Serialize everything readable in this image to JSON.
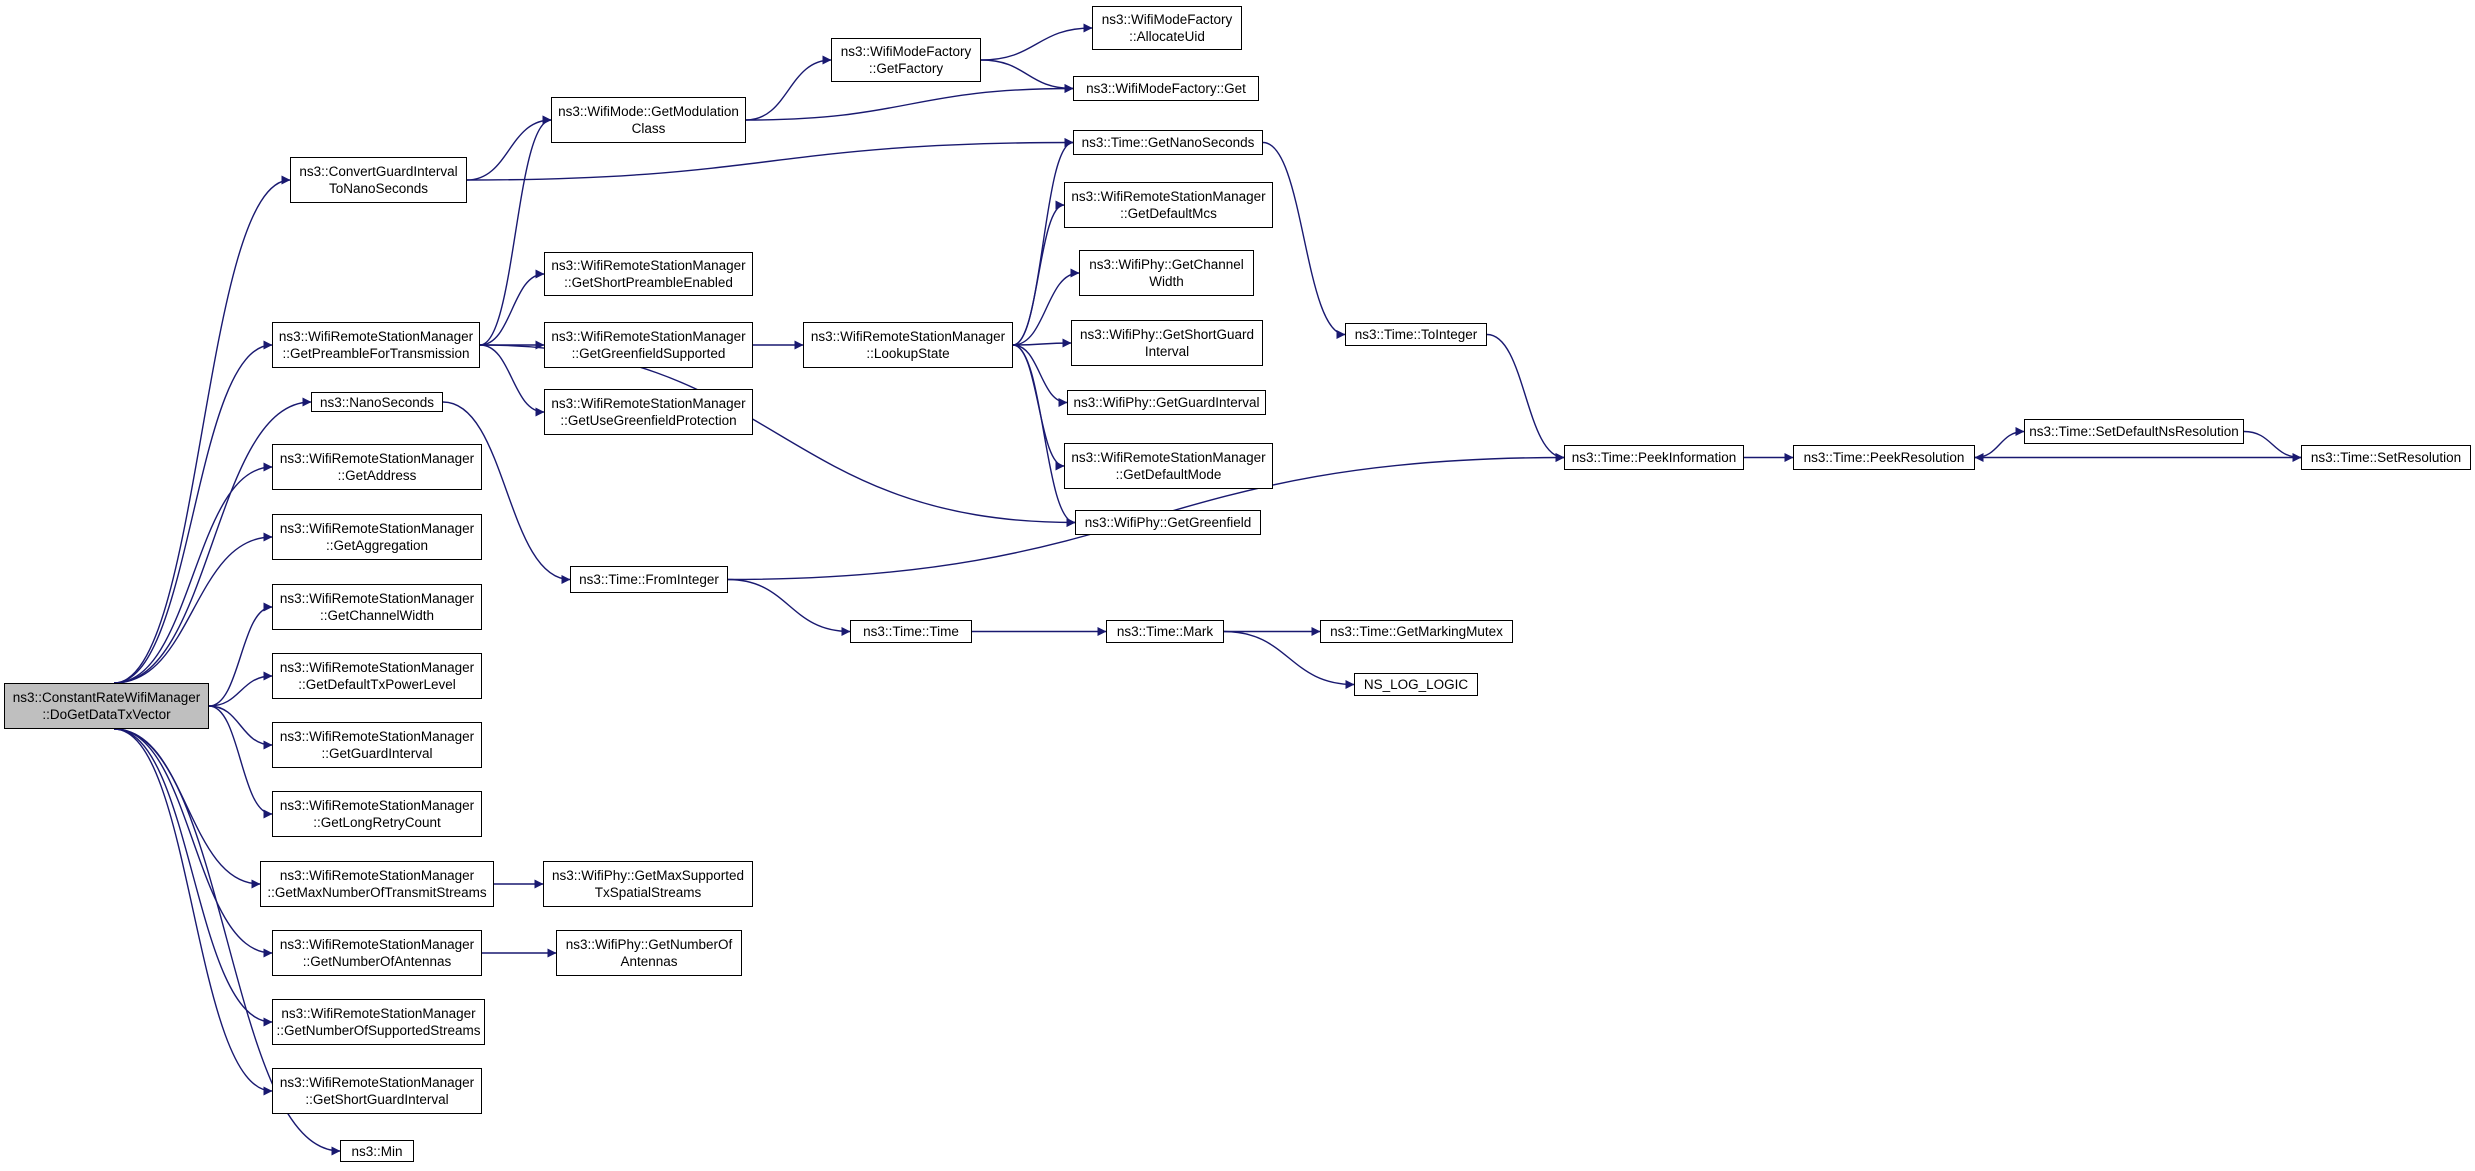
{
  "colors": {
    "edge": "#191970",
    "node_border": "#000000",
    "node_fill": "#ffffff",
    "root_fill": "#bfbfbf"
  },
  "nodes": [
    {
      "id": "root",
      "lines": [
        "ns3::ConstantRateWifiManager",
        "::DoGetDataTxVector"
      ],
      "root": true
    },
    {
      "id": "convGI",
      "lines": [
        "ns3::ConvertGuardInterval",
        "ToNanoSeconds"
      ]
    },
    {
      "id": "getPreamble",
      "lines": [
        "ns3::WifiRemoteStationManager",
        "::GetPreambleForTransmission"
      ]
    },
    {
      "id": "nanoSeconds",
      "lines": [
        "ns3::NanoSeconds"
      ]
    },
    {
      "id": "getAddress",
      "lines": [
        "ns3::WifiRemoteStationManager",
        "::GetAddress"
      ]
    },
    {
      "id": "getAggregation",
      "lines": [
        "ns3::WifiRemoteStationManager",
        "::GetAggregation"
      ]
    },
    {
      "id": "getChannelWidth",
      "lines": [
        "ns3::WifiRemoteStationManager",
        "::GetChannelWidth"
      ]
    },
    {
      "id": "getDefaultTxPower",
      "lines": [
        "ns3::WifiRemoteStationManager",
        "::GetDefaultTxPowerLevel"
      ]
    },
    {
      "id": "getGuardInterval",
      "lines": [
        "ns3::WifiRemoteStationManager",
        "::GetGuardInterval"
      ]
    },
    {
      "id": "getLongRetry",
      "lines": [
        "ns3::WifiRemoteStationManager",
        "::GetLongRetryCount"
      ]
    },
    {
      "id": "getMaxStreams",
      "lines": [
        "ns3::WifiRemoteStationManager",
        "::GetMaxNumberOfTransmitStreams"
      ]
    },
    {
      "id": "getNumAntennas",
      "lines": [
        "ns3::WifiRemoteStationManager",
        "::GetNumberOfAntennas"
      ]
    },
    {
      "id": "getNumStreams",
      "lines": [
        "ns3::WifiRemoteStationManager",
        "::GetNumberOfSupportedStreams"
      ]
    },
    {
      "id": "getShortGI",
      "lines": [
        "ns3::WifiRemoteStationManager",
        "::GetShortGuardInterval"
      ]
    },
    {
      "id": "min",
      "lines": [
        "ns3::Min"
      ]
    },
    {
      "id": "modClass",
      "lines": [
        "ns3::WifiMode::GetModulation",
        "Class"
      ]
    },
    {
      "id": "shortPreamble",
      "lines": [
        "ns3::WifiRemoteStationManager",
        "::GetShortPreambleEnabled"
      ]
    },
    {
      "id": "greenfieldSupported",
      "lines": [
        "ns3::WifiRemoteStationManager",
        "::GetGreenfieldSupported"
      ]
    },
    {
      "id": "useGreenfieldProt",
      "lines": [
        "ns3::WifiRemoteStationManager",
        "::GetUseGreenfieldProtection"
      ]
    },
    {
      "id": "fromInteger",
      "lines": [
        "ns3::Time::FromInteger"
      ]
    },
    {
      "id": "phyMaxSpatial",
      "lines": [
        "ns3::WifiPhy::GetMaxSupported",
        "TxSpatialStreams"
      ]
    },
    {
      "id": "phyNumAntennas",
      "lines": [
        "ns3::WifiPhy::GetNumberOf",
        "Antennas"
      ]
    },
    {
      "id": "factoryGetFactory",
      "lines": [
        "ns3::WifiModeFactory",
        "::GetFactory"
      ]
    },
    {
      "id": "lookupState",
      "lines": [
        "ns3::WifiRemoteStationManager",
        "::LookupState"
      ]
    },
    {
      "id": "timeTime",
      "lines": [
        "ns3::Time::Time"
      ]
    },
    {
      "id": "allocateUid",
      "lines": [
        "ns3::WifiModeFactory",
        "::AllocateUid"
      ]
    },
    {
      "id": "factoryGet",
      "lines": [
        "ns3::WifiModeFactory::Get"
      ]
    },
    {
      "id": "getNanoSeconds",
      "lines": [
        "ns3::Time::GetNanoSeconds"
      ]
    },
    {
      "id": "getDefaultMcs",
      "lines": [
        "ns3::WifiRemoteStationManager",
        "::GetDefaultMcs"
      ]
    },
    {
      "id": "phyChannelWidth",
      "lines": [
        "ns3::WifiPhy::GetChannel",
        "Width"
      ]
    },
    {
      "id": "phyShortGuard",
      "lines": [
        "ns3::WifiPhy::GetShortGuard",
        "Interval"
      ]
    },
    {
      "id": "phyGuardInterval",
      "lines": [
        "ns3::WifiPhy::GetGuardInterval"
      ]
    },
    {
      "id": "getDefaultMode",
      "lines": [
        "ns3::WifiRemoteStationManager",
        "::GetDefaultMode"
      ]
    },
    {
      "id": "phyGreenfield",
      "lines": [
        "ns3::WifiPhy::GetGreenfield"
      ]
    },
    {
      "id": "timeMark",
      "lines": [
        "ns3::Time::Mark"
      ]
    },
    {
      "id": "toInteger",
      "lines": [
        "ns3::Time::ToInteger"
      ]
    },
    {
      "id": "markingMutex",
      "lines": [
        "ns3::Time::GetMarkingMutex"
      ]
    },
    {
      "id": "nsLogLogic",
      "lines": [
        "NS_LOG_LOGIC"
      ]
    },
    {
      "id": "peekInformation",
      "lines": [
        "ns3::Time::PeekInformation"
      ]
    },
    {
      "id": "peekResolution",
      "lines": [
        "ns3::Time::PeekResolution"
      ]
    },
    {
      "id": "setDefaultNsRes",
      "lines": [
        "ns3::Time::SetDefaultNsResolution"
      ]
    },
    {
      "id": "setResolution",
      "lines": [
        "ns3::Time::SetResolution"
      ]
    }
  ],
  "edges": [
    [
      "root",
      "convGI"
    ],
    [
      "root",
      "getPreamble"
    ],
    [
      "root",
      "nanoSeconds"
    ],
    [
      "root",
      "getAddress"
    ],
    [
      "root",
      "getAggregation"
    ],
    [
      "root",
      "getChannelWidth"
    ],
    [
      "root",
      "getDefaultTxPower"
    ],
    [
      "root",
      "getGuardInterval"
    ],
    [
      "root",
      "getLongRetry"
    ],
    [
      "root",
      "getMaxStreams"
    ],
    [
      "root",
      "getNumAntennas"
    ],
    [
      "root",
      "getNumStreams"
    ],
    [
      "root",
      "getShortGI"
    ],
    [
      "root",
      "min"
    ],
    [
      "convGI",
      "modClass"
    ],
    [
      "convGI",
      "getNanoSeconds"
    ],
    [
      "getPreamble",
      "modClass"
    ],
    [
      "getPreamble",
      "shortPreamble"
    ],
    [
      "getPreamble",
      "greenfieldSupported"
    ],
    [
      "getPreamble",
      "useGreenfieldProt"
    ],
    [
      "getPreamble",
      "phyGreenfield"
    ],
    [
      "nanoSeconds",
      "fromInteger"
    ],
    [
      "getMaxStreams",
      "phyMaxSpatial"
    ],
    [
      "getNumAntennas",
      "phyNumAntennas"
    ],
    [
      "modClass",
      "factoryGetFactory"
    ],
    [
      "modClass",
      "factoryGet"
    ],
    [
      "factoryGetFactory",
      "allocateUid"
    ],
    [
      "factoryGetFactory",
      "factoryGet"
    ],
    [
      "greenfieldSupported",
      "lookupState"
    ],
    [
      "lookupState",
      "getNanoSeconds"
    ],
    [
      "lookupState",
      "getDefaultMcs"
    ],
    [
      "lookupState",
      "phyChannelWidth"
    ],
    [
      "lookupState",
      "phyShortGuard"
    ],
    [
      "lookupState",
      "phyGuardInterval"
    ],
    [
      "lookupState",
      "getDefaultMode"
    ],
    [
      "lookupState",
      "phyGreenfield"
    ],
    [
      "fromInteger",
      "timeTime"
    ],
    [
      "fromInteger",
      "peekInformation"
    ],
    [
      "timeTime",
      "timeMark"
    ],
    [
      "timeMark",
      "markingMutex"
    ],
    [
      "timeMark",
      "nsLogLogic"
    ],
    [
      "getNanoSeconds",
      "toInteger"
    ],
    [
      "toInteger",
      "peekInformation"
    ],
    [
      "peekInformation",
      "peekResolution"
    ],
    [
      "peekResolution",
      "setDefaultNsRes"
    ],
    [
      "setDefaultNsRes",
      "setResolution"
    ],
    [
      "setResolution",
      "peekResolution"
    ]
  ]
}
